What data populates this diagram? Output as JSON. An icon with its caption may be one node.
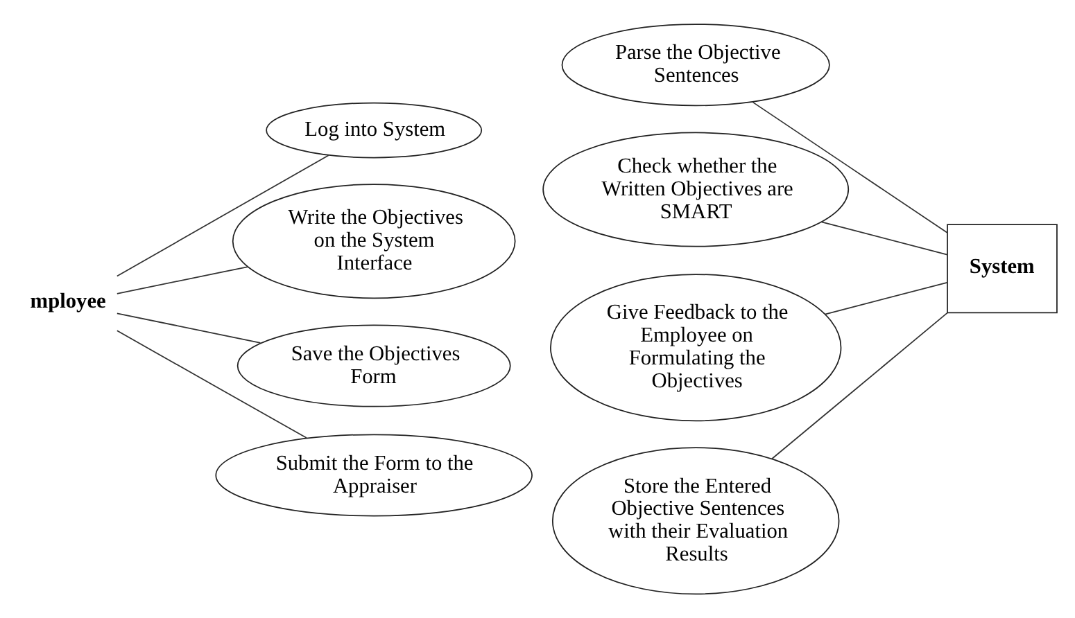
{
  "diagram": {
    "nodes": [
      {
        "text": [
          "mployee"
        ]
      },
      {
        "text": [
          "Log into System"
        ]
      },
      {
        "text": [
          "Write the Objectives on the System Interface"
        ]
      },
      {
        "text": [
          "Save the Objectives Form"
        ]
      },
      {
        "text": [
          "Submit the Form to the Appraiser"
        ]
      },
      {
        "text": [
          "Parse the Objective Sentences"
        ]
      },
      {
        "text": [
          "Check whether the Written Objectives are SMART"
        ]
      },
      {
        "text": [
          "Give Feedback to the Employee on Formulating the Objectives"
        ]
      },
      {
        "text": [
          "Store the Entered Objective Sentences with their Evaluation Results"
        ]
      },
      {
        "text": [
          "System"
        ]
      }
    ],
    "edges": [
      {
        "from": 0,
        "to": 1,
        "arrow": "none"
      },
      {
        "from": 0,
        "to": 2,
        "arrow": "none"
      },
      {
        "from": 0,
        "to": 3,
        "arrow": "none"
      },
      {
        "from": 0,
        "to": 4,
        "arrow": "none"
      },
      {
        "from": 5,
        "to": 9,
        "arrow": "none"
      },
      {
        "from": 6,
        "to": 9,
        "arrow": "none"
      },
      {
        "from": 7,
        "to": 9,
        "arrow": "none"
      },
      {
        "from": 8,
        "to": 9,
        "arrow": "none"
      }
    ]
  }
}
